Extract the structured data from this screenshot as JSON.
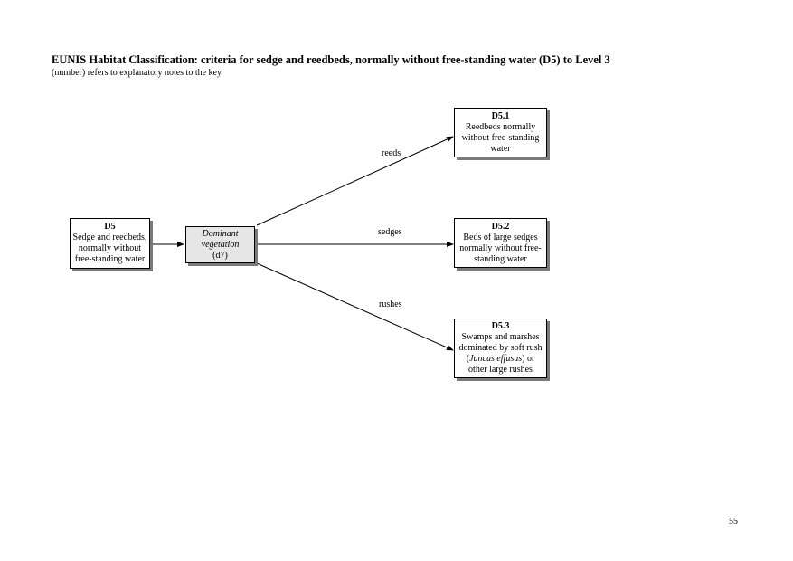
{
  "header": {
    "title": "EUNIS Habitat Classification: criteria for sedge and reedbeds, normally without free-standing water (D5) to Level 3",
    "subtitle": "(number) refers to explanatory notes to the key"
  },
  "nodes": {
    "root": {
      "code": "D5",
      "text": "Sedge and reedbeds, normally without free-standing water"
    },
    "decision": {
      "criterion": "Dominant vegetation",
      "note": "(d7)"
    },
    "d51": {
      "code": "D5.1",
      "text": "Reedbeds normally without free-standing water"
    },
    "d52": {
      "code": "D5.2",
      "text": "Beds of large sedges normally without free-standing water"
    },
    "d53": {
      "code": "D5.3",
      "text_before": "Swamps and marshes dominated by soft rush (",
      "text_italic": "Juncus effusus",
      "text_after": ") or other large rushes"
    }
  },
  "edges": {
    "reeds": "reeds",
    "sedges": "sedges",
    "rushes": "rushes"
  },
  "footer": {
    "page_number": "55"
  }
}
